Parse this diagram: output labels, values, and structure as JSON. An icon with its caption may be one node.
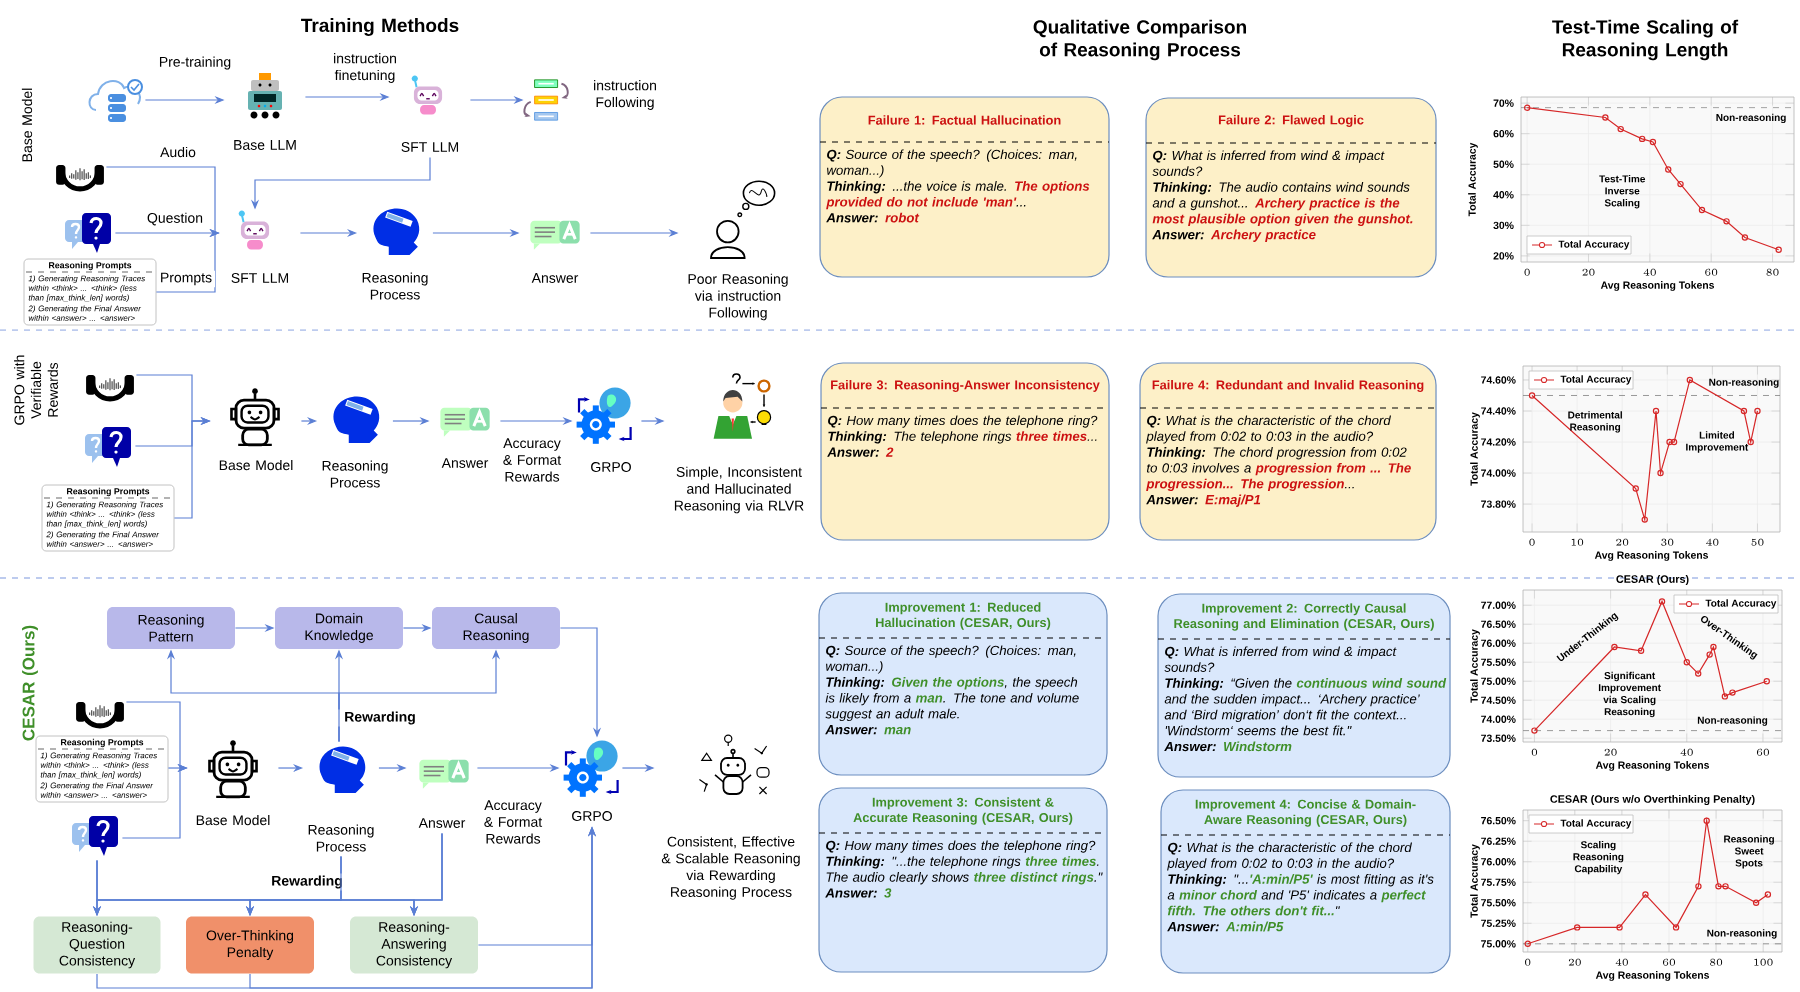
{
  "diagram": {
    "nodes": [
      {
        "text": [],
        "shape": "picture"
      },
      {
        "text": [
          "Base LLM"
        ]
      },
      {
        "text": [
          "SFT LLM"
        ]
      },
      {
        "text": [
          "instruction Following"
        ]
      },
      {
        "text": [],
        "shape": "picture"
      },
      {
        "text": [],
        "shape": "picture"
      },
      {
        "text": [
          "Reasoning Prompts",
          "1) Generating Reasoning Traces within <think> ... <think> (less than [max_think_len] words)",
          "2) Generating the Final Answer within <answer> ... <answer>"
        ]
      },
      {
        "text": [
          "SFT LLM"
        ]
      },
      {
        "text": [
          "Reasoning Process"
        ]
      },
      {
        "text": [
          "Answer"
        ]
      },
      {
        "text": [
          "Poor Reasoning via instruction Following"
        ]
      },
      {
        "text": [],
        "shape": "picture"
      },
      {
        "text": [],
        "shape": "picture"
      },
      {
        "text": [
          "Reasoning Prompts",
          "1) Generating Reasoning Traces within <think> ... <think> (less than [max_think_len] words)",
          "2) Generating the Final Answer within <answer> ... <answer>"
        ]
      },
      {
        "text": [
          "Base Model"
        ]
      },
      {
        "text": [
          "Reasoning Process"
        ]
      },
      {
        "text": [
          "Answer"
        ]
      },
      {
        "text": [
          "GRPO"
        ]
      },
      {
        "text": [
          "Simple, Inconsistent and Hallucinated Reasoning via RLVR"
        ]
      },
      {
        "text": [
          "Reasoning Pattern"
        ]
      },
      {
        "text": [
          "Domain Knowledge"
        ]
      },
      {
        "text": [
          "Causal Reasoning"
        ]
      },
      {
        "text": [],
        "shape": "picture"
      },
      {
        "text": [
          "Reasoning Prompts",
          "1) Generating Reasoning Traces within <think> ... <think> (less than [max_think_len] words)",
          "2) Generating the Final Answer within <answer> ... <answer>"
        ]
      },
      {
        "text": [],
        "shape": "picture"
      },
      {
        "text": [
          "Base Model"
        ]
      },
      {
        "text": [
          "Reasoning Process"
        ]
      },
      {
        "text": [
          "Answer"
        ]
      },
      {
        "text": [
          "GRPO"
        ]
      },
      {
        "text": [
          "Consistent, Effective & Scalable Reasoning via Rewarding Reasoning Process"
        ]
      },
      {
        "text": [
          "Reasoning-Question Consistency"
        ]
      },
      {
        "text": [
          "Over-Thinking Penalty"
        ]
      },
      {
        "text": [
          "Reasoning-Answering Consistency"
        ]
      },
      {
        "text": [
          "Failure 1: Factual Hallucination",
          "**Q:** Source of the speech? (Choices: man, woman...)",
          "**Thinking:** ...the voice is male. **The options provided do not include 'man'**...",
          "**Answer:** **robot**"
        ]
      },
      {
        "text": [
          "Failure 2: Flawed Logic",
          "**Q:** What is inferred from wind & impact sounds?",
          "**Thinking:** The audio contains wind sounds and a gunshot... **Archery practice is the most plausible option given the gunshot.**",
          "**Answer:** **Archery practice**"
        ]
      },
      {
        "text": [
          "Failure 3: Reasoning-Answer Inconsistency",
          "**Q:** How many times does the telephone ring?",
          "**Thinking:** The telephone rings **three times**...",
          "**Answer:** **2**"
        ]
      },
      {
        "text": [
          "Failure 4: Redundant and Invalid Reasoning",
          "**Q:** What is the characteristic of the chord played from 0:02 to 0:03 in the audio?",
          "**Thinking:** The chord progression from 0:02 to 0:03 involves a **progression from ... The progression... The progression**...",
          "**Answer:** **E:maj/P1**"
        ]
      },
      {
        "text": [
          "Improvement 1: Reduced Hallucination (CESAR, Ours)",
          "**Q:** Source of the speech? (Choices: man, woman...)",
          "**Thinking:** **Given the options**, the speech is likely from a **man**. The tone and volume suggest an adult male.",
          "**Answer:** **man**"
        ]
      },
      {
        "text": [
          "Improvement 2: Correctly Causal Reasoning and Elimination (CESAR, Ours)",
          "**Q:** What is inferred from wind & impact sounds?",
          "**Thinking:** “Given the **continuous wind sound** and the sudden impact... ‘Archery practice’ and ‘Bird migration’ don‘t fit the context... 'Windstorm‘ seems the best fit.\"",
          "**Answer:** **Windstorm**"
        ]
      },
      {
        "text": [
          "Improvement 3: Consistent & Accurate Reasoning (CESAR, Ours)",
          "**Q:** How many times does the telephone ring?",
          "**Thinking:** \"...the telephone rings **three times**. The audio clearly shows **three distinct rings**.\"",
          "**Answer:** **3**"
        ]
      },
      {
        "text": [
          "Improvement 4: Concise & Domain-Aware Reasoning (CESAR, Ours)",
          "**Q:** What is the characteristic of the chord played from 0:02 to 0:03 in the audio?",
          "**Thinking:** \"...**'A:min/P5'** is most fitting as it's a **minor chord** and 'P5' indicates a **perfect fifth. The others don't fit...**\"",
          "**Answer:** **A:min/P5**"
        ]
      }
    ],
    "edges": [
      {
        "from": 0,
        "to": 1,
        "arrow": "to",
        "label": "Pre-training"
      },
      {
        "from": 1,
        "to": 2,
        "arrow": "to",
        "label": "instruction finetuning"
      },
      {
        "from": 2,
        "to": 3,
        "arrow": "to"
      },
      {
        "from": 2,
        "to": 7,
        "arrow": "to"
      },
      {
        "from": 4,
        "to": 7,
        "arrow": "to",
        "label": "Audio"
      },
      {
        "from": 5,
        "to": 7,
        "arrow": "to",
        "label": "Question"
      },
      {
        "from": 6,
        "to": 7,
        "arrow": "to",
        "label": "Prompts"
      },
      {
        "from": 7,
        "to": 8,
        "arrow": "to"
      },
      {
        "from": 8,
        "to": 9,
        "arrow": "to"
      },
      {
        "from": 9,
        "to": 10,
        "arrow": "to"
      },
      {
        "from": 11,
        "to": 14,
        "arrow": "to"
      },
      {
        "from": 12,
        "to": 14,
        "arrow": "to"
      },
      {
        "from": 13,
        "to": 14,
        "arrow": "to"
      },
      {
        "from": 14,
        "to": 15,
        "arrow": "to"
      },
      {
        "from": 15,
        "to": 16,
        "arrow": "to"
      },
      {
        "from": 16,
        "to": 17,
        "arrow": "to",
        "label": "Accuracy & Format Rewards"
      },
      {
        "from": 17,
        "to": 18,
        "arrow": "to"
      },
      {
        "from": 19,
        "to": 20,
        "arrow": "to"
      },
      {
        "from": 20,
        "to": 21,
        "arrow": "to"
      },
      {
        "from": 21,
        "to": 28,
        "arrow": "to"
      },
      {
        "from": 26,
        "to": 19,
        "arrow": "to"
      },
      {
        "from": 26,
        "to": 20,
        "arrow": "to",
        "label": "Rewarding"
      },
      {
        "from": 26,
        "to": 21,
        "arrow": "to"
      },
      {
        "from": 22,
        "to": 25,
        "arrow": "to"
      },
      {
        "from": 23,
        "to": 25,
        "arrow": "to"
      },
      {
        "from": 24,
        "to": 25,
        "arrow": "to"
      },
      {
        "from": 25,
        "to": 26,
        "arrow": "to"
      },
      {
        "from": 26,
        "to": 27,
        "arrow": "to"
      },
      {
        "from": 27,
        "to": 28,
        "arrow": "to",
        "label": "Accuracy & Format Rewards"
      },
      {
        "from": 28,
        "to": 29,
        "arrow": "to"
      },
      {
        "from": 24,
        "to": 30,
        "arrow": "to"
      },
      {
        "from": 24,
        "to": 31,
        "arrow": "to"
      },
      {
        "from": 24,
        "to": 32,
        "arrow": "to"
      },
      {
        "from": 26,
        "to": 30,
        "arrow": "to"
      },
      {
        "from": 26,
        "to": 31,
        "arrow": "to",
        "label": "Rewarding"
      },
      {
        "from": 26,
        "to": 32,
        "arrow": "to"
      },
      {
        "from": 27,
        "to": 30,
        "arrow": "to"
      },
      {
        "from": 27,
        "to": 31,
        "arrow": "to"
      },
      {
        "from": 27,
        "to": 32,
        "arrow": "to"
      },
      {
        "from": 30,
        "to": 28,
        "arrow": "to"
      },
      {
        "from": 31,
        "to": 28,
        "arrow": "to"
      },
      {
        "from": 32,
        "to": 28,
        "arrow": "to"
      }
    ],
    "labels": [
      "Training Methods",
      "Qualitative Comparison of Reasoning Process",
      "Test-Time Scaling of Reasoning Length",
      "Base Model",
      "GRPO with Verifiable Rewards",
      "CESAR (Ours)"
    ],
    "chart_data": [
      {
        "type": "line",
        "xlabel": "Avg Reasoning Tokens",
        "ylabel": "Total Accuracy",
        "x": [
          0,
          25.5,
          30.5,
          37.5,
          41,
          46,
          50,
          57,
          65,
          71,
          82
        ],
        "series": [
          {
            "name": "Total Accuracy",
            "color": "#d62728",
            "marker": "o",
            "values": [
              68.5,
              65.3,
              61.5,
              58.3,
              57.3,
              48.3,
              43.5,
              35,
              31.3,
              26,
              22
            ]
          }
        ],
        "grid": true,
        "ref_lines": [
          {
            "axis": "y",
            "value": 68.5,
            "label": "Non-reasoning"
          }
        ],
        "xlim": [
          -2,
          87
        ],
        "ylim": [
          18,
          72
        ],
        "xticks": [
          0,
          20,
          40,
          60,
          80
        ],
        "yticks": [
          {
            "value": 20,
            "label": "20%"
          },
          {
            "value": 30,
            "label": "30%"
          },
          {
            "value": 40,
            "label": "40%"
          },
          {
            "value": 50,
            "label": "50%"
          },
          {
            "value": 60,
            "label": "60%"
          },
          {
            "value": 70,
            "label": "70%"
          }
        ],
        "annotations": [
          "Test-Time Inverse Scaling"
        ]
      },
      {
        "type": "line",
        "xlabel": "Avg Reasoning Tokens",
        "ylabel": "Total Accuracy",
        "x": [
          0,
          23,
          25,
          27.5,
          28.5,
          30.5,
          31.5,
          35,
          47,
          48.5,
          50
        ],
        "series": [
          {
            "name": "Total Accuracy",
            "color": "#d62728",
            "marker": "o",
            "values": [
              74.5,
              73.9,
              73.7,
              74.4,
              74.0,
              74.2,
              74.2,
              74.6,
              74.4,
              74.2,
              74.4
            ]
          }
        ],
        "grid": true,
        "ref_lines": [
          {
            "axis": "y",
            "value": 74.5,
            "label": "Non-reasoning"
          }
        ],
        "xlim": [
          -2,
          55
        ],
        "ylim": [
          73.62,
          74.69
        ],
        "xticks": [
          0,
          10,
          20,
          30,
          40,
          50
        ],
        "yticks": [
          {
            "value": 73.8,
            "label": "73.80%"
          },
          {
            "value": 74.0,
            "label": "74.00%"
          },
          {
            "value": 74.2,
            "label": "74.20%"
          },
          {
            "value": 74.4,
            "label": "74.40%"
          },
          {
            "value": 74.6,
            "label": "74.60%"
          }
        ],
        "annotations": [
          "Detrimental Reasoning",
          "Limited Improvement"
        ]
      },
      {
        "type": "line",
        "title": "CESAR (Ours)",
        "xlabel": "Avg Reasoning Tokens",
        "ylabel": "Total Accuracy",
        "x": [
          0,
          21,
          28,
          33.5,
          40,
          43,
          46,
          47,
          50,
          52,
          61
        ],
        "series": [
          {
            "name": "Total Accuracy",
            "color": "#d62728",
            "marker": "o",
            "values": [
              73.7,
              75.9,
              75.8,
              77.1,
              75.5,
              75.2,
              75.7,
              75.9,
              74.6,
              74.7,
              75.0
            ]
          }
        ],
        "grid": true,
        "ref_lines": [
          {
            "axis": "y",
            "value": 73.7,
            "label": "Non-reasoning"
          }
        ],
        "xlim": [
          -3,
          65
        ],
        "ylim": [
          73.4,
          77.4
        ],
        "xticks": [
          0,
          20,
          40,
          60
        ],
        "yticks": [
          {
            "value": 73.5,
            "label": "73.50%"
          },
          {
            "value": 74.0,
            "label": "74.00%"
          },
          {
            "value": 74.5,
            "label": "74.50%"
          },
          {
            "value": 75.0,
            "label": "75.00%"
          },
          {
            "value": 75.5,
            "label": "75.50%"
          },
          {
            "value": 76.0,
            "label": "76.00%"
          },
          {
            "value": 76.5,
            "label": "76.50%"
          },
          {
            "value": 77.0,
            "label": "77.00%"
          }
        ],
        "annotations": [
          "Under-Thinking",
          "Over-Thinking",
          "Significant Improvement via Scaling Reasoning"
        ]
      },
      {
        "type": "line",
        "title": "CESAR (Ours w/o Overthinking Penalty)",
        "xlabel": "Avg Reasoning Tokens",
        "ylabel": "Total Accuracy",
        "x": [
          0,
          21,
          39,
          50,
          63,
          72.5,
          76,
          81,
          84,
          97,
          102
        ],
        "series": [
          {
            "name": "Total Accuracy",
            "color": "#d62728",
            "marker": "o",
            "values": [
              75.0,
              75.2,
              75.2,
              75.6,
              75.2,
              75.7,
              76.5,
              75.7,
              75.7,
              75.5,
              75.6
            ]
          }
        ],
        "grid": true,
        "ref_lines": [
          {
            "axis": "y",
            "value": 75.0,
            "label": "Non-reasoning"
          }
        ],
        "xlim": [
          -2,
          108
        ],
        "ylim": [
          74.9,
          76.63
        ],
        "xticks": [
          0,
          20,
          40,
          60,
          80,
          100
        ],
        "yticks": [
          {
            "value": 75.0,
            "label": "75.00%"
          },
          {
            "value": 75.25,
            "label": "75.25%"
          },
          {
            "value": 75.5,
            "label": "75.50%"
          },
          {
            "value": 75.75,
            "label": "75.75%"
          },
          {
            "value": 76.0,
            "label": "76.00%"
          },
          {
            "value": 76.25,
            "label": "76.25%"
          },
          {
            "value": 76.5,
            "label": "76.50%"
          }
        ],
        "annotations": [
          "Scaling Reasoning Capability",
          "Reasoning Sweet Spots"
        ]
      }
    ]
  }
}
